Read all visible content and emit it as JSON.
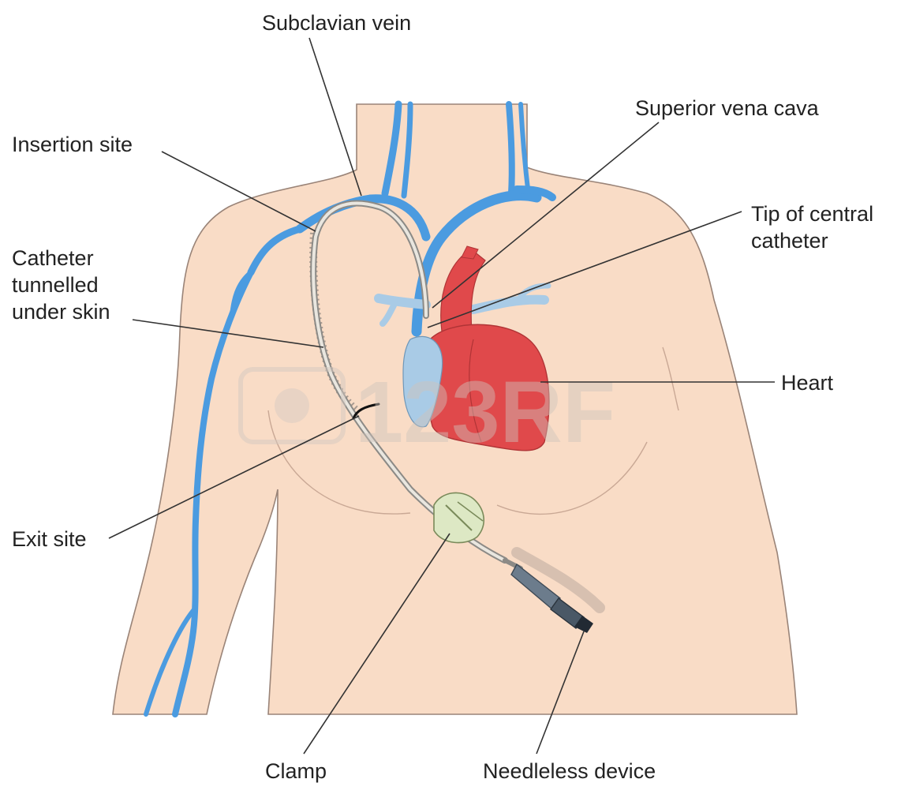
{
  "labels": {
    "subclavian_vein": "Subclavian vein",
    "superior_vena_cava": "Superior vena cava",
    "insertion_site": "Insertion site",
    "tip_line1": "Tip of central",
    "tip_line2": "catheter",
    "tunnel_line1": "Catheter",
    "tunnel_line2": "tunnelled",
    "tunnel_line3": "under skin",
    "heart": "Heart",
    "exit_site": "Exit site",
    "clamp": "Clamp",
    "needleless_device": "Needleless device"
  },
  "watermark": "123RF",
  "colors": {
    "skin": "#f9dcc6",
    "skin_outline": "#9a8478",
    "vein": "#4b9be0",
    "vein_light": "#a9cbe6",
    "heart": "#e0494b",
    "heart_dark": "#c93b3d",
    "catheter": "#e9e6df",
    "device": "#6c7c8c",
    "leader": "#333333"
  }
}
